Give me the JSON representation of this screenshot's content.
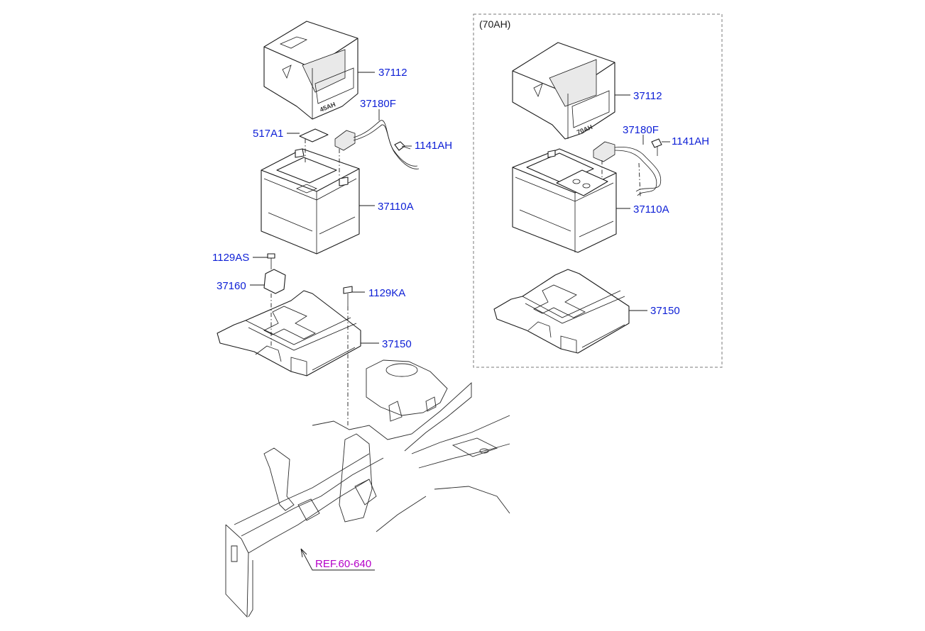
{
  "colors": {
    "part_label": "#0d1fd6",
    "ref_label": "#b400c8",
    "line": "#1a1a1a",
    "frame": "#7a7a7a"
  },
  "variant_box": {
    "label": "(70AH)"
  },
  "callouts_left": {
    "tray_cover": "37112",
    "cable": "37180F",
    "insulator": "517A1",
    "cable_bolt": "1141AH",
    "battery": "37110A",
    "clamp_bolt": "1129AS",
    "clamp": "37160",
    "tray_bolt": "1129KA",
    "tray": "37150"
  },
  "callouts_right": {
    "tray_cover": "37112",
    "cable": "37180F",
    "cable_bolt": "1141AH",
    "battery": "37110A",
    "tray": "37150"
  },
  "reference": {
    "label": "REF.60-640"
  },
  "stamps": {
    "left_cover": "45AH",
    "right_cover": "70AH"
  }
}
